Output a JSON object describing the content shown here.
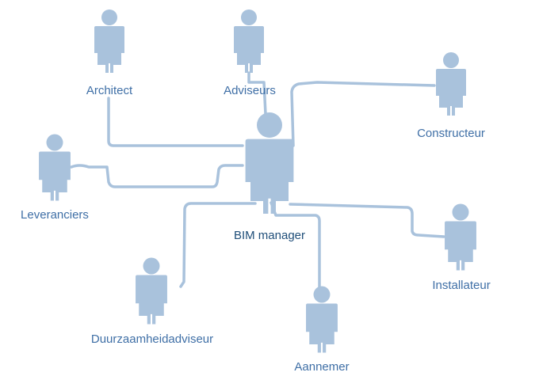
{
  "diagram": {
    "center": {
      "label": "BIM manager"
    },
    "stakeholders": [
      {
        "id": "architect",
        "label": "Architect"
      },
      {
        "id": "adviseurs",
        "label": "Adviseurs"
      },
      {
        "id": "constructeur",
        "label": "Constructeur"
      },
      {
        "id": "leveranciers",
        "label": "Leveranciers"
      },
      {
        "id": "installateur",
        "label": "Installateur"
      },
      {
        "id": "duurzaamheidadviseur",
        "label": "Duurzaamheidadviseur"
      },
      {
        "id": "aannemer",
        "label": "Aannemer"
      }
    ]
  },
  "colors": {
    "figure": "#a9c2dc",
    "connector": "#a9c2dc",
    "label": "#3f6fa6",
    "center_label": "#1f4e79",
    "background": "#ffffff"
  }
}
